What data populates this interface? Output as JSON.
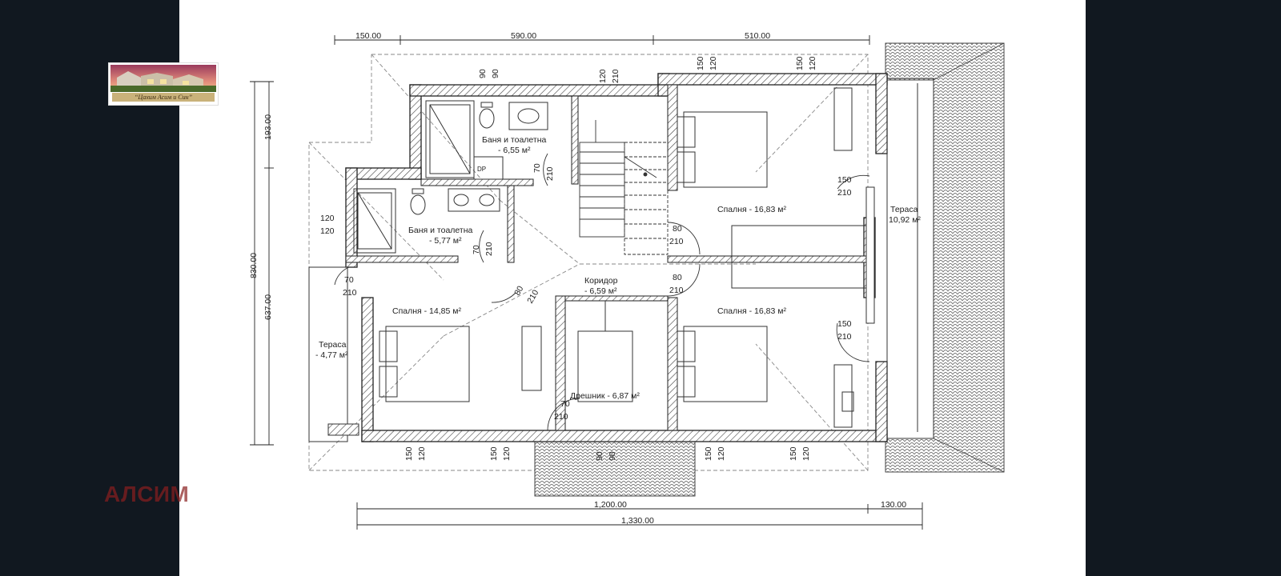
{
  "logo": {
    "caption": "“Цахим Асим и Син”"
  },
  "watermark": {
    "text": "АЛСИМ"
  },
  "dimensions": {
    "top": [
      "150.00",
      "590.00",
      "510.00"
    ],
    "left": [
      "193.00",
      "830.00",
      "637.00"
    ],
    "bottom": [
      "1,200.00",
      "130.00",
      "1,330.00"
    ]
  },
  "rooms": {
    "bath_1_name": "Баня и тоалетна",
    "bath_1_area": "- 6,55 м²",
    "bath_2_name": "Баня и тоалетна",
    "bath_2_area": "- 5,77 м²",
    "bedroom_ne": "Спалня - 16,83 м²",
    "terrace_e_name": "Тераса",
    "terrace_e_area": "10,92 м²",
    "corridor_name": "Коридор",
    "corridor_area": "- 6,59 м²",
    "bedroom_w": "Спалня - 14,85 м²",
    "bedroom_se": "Спалня - 16,83 м²",
    "terrace_w_name": "Тераса",
    "terrace_w_area": "- 4,77 м²",
    "wardrobe": "Дрешник - 6,87 м²"
  },
  "openings": {
    "o_90a": "90",
    "o_90b": "90",
    "o_120t1": "120",
    "o_210t1": "210",
    "o_150t2": "150",
    "o_120t2": "120",
    "o_150t3": "150",
    "o_120t3": "120",
    "o_70a": "70",
    "o_210a": "210",
    "o_120w": "120",
    "o_120w2": "120",
    "o_70b": "70",
    "o_210b": "210",
    "o_80a": "80",
    "o_210c": "210",
    "o_150e1": "150",
    "o_210e1": "210",
    "o_80b": "80",
    "o_210d": "210",
    "o_80c": "80",
    "o_210e": "210",
    "o_70c": "70",
    "o_210f": "210",
    "o_150e2": "150",
    "o_210e2": "210",
    "o_70d": "70",
    "o_210g": "210",
    "o_b1": "150",
    "o_b2": "120",
    "o_b3": "150",
    "o_b4": "120",
    "o_b5": "90",
    "o_b6": "90",
    "o_b7": "150",
    "o_b8": "120",
    "o_b9": "150",
    "o_b10": "120"
  },
  "fixtures": {
    "dp_label": "DP"
  }
}
